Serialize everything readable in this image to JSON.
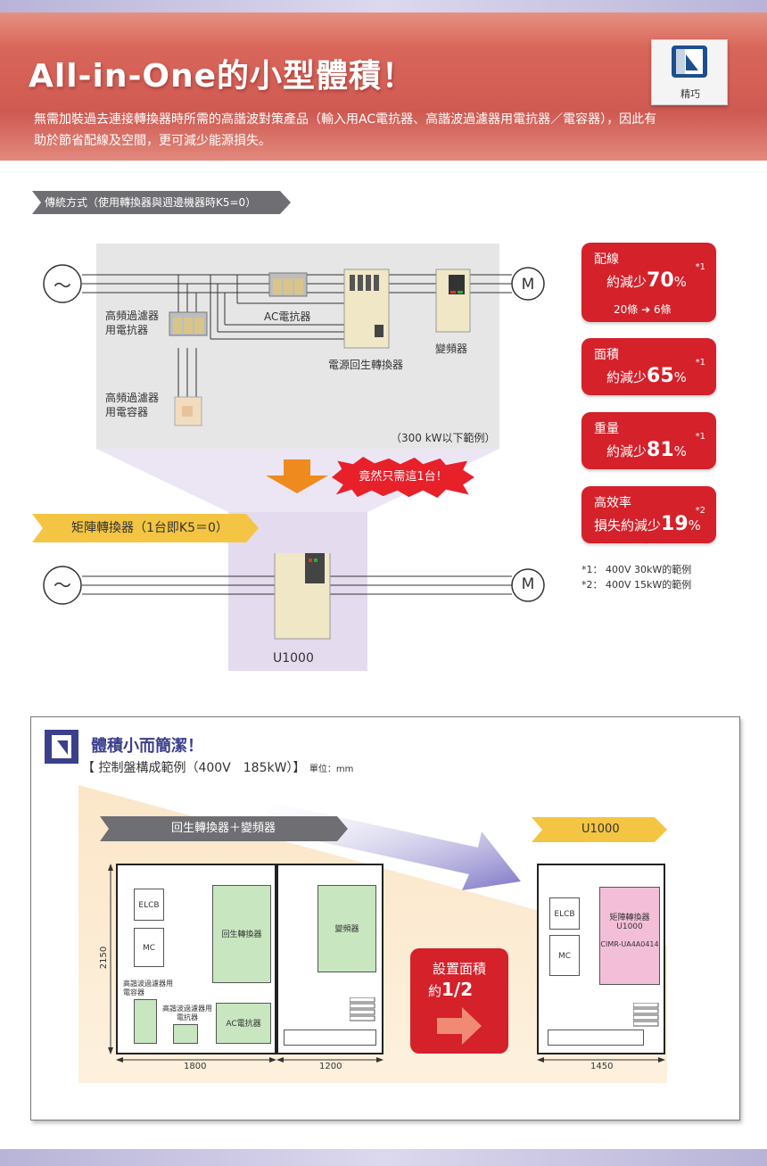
{
  "header": {
    "title": "All-in-One的小型體積！",
    "description": "無需加裝過去連接轉換器時所需的高諧波對策產品（輸入用AC電抗器、高諧波過濾器用電抗器／電容器），因此有助於節省配線及空間，更可減少能源損失。",
    "badge_label": "精巧",
    "badge_icon": "compact-icon"
  },
  "conventional": {
    "tag": "傳統方式（使用轉換器與週邊機器時K5=0）",
    "reactor_label": "高頻過濾器\n用電抗器",
    "capacitor_label": "高頻過濾器\n用電容器",
    "ac_reactor_label": "AC電抗器",
    "regen_label": "電源回生轉換器",
    "inverter_label": "變頻器",
    "range_note": "（300 kW以下範例）",
    "ac_symbol": "～",
    "motor_symbol": "M"
  },
  "burst_text": "竟然只需這1台！",
  "matrix": {
    "tag": "矩陣轉換器（1台即K5＝0）",
    "product": "U1000",
    "ac_symbol": "～",
    "motor_symbol": "M"
  },
  "benefits": [
    {
      "label": "配線",
      "prefix": "約減少",
      "value": "70",
      "unit": "%",
      "note": "*1",
      "extra_from": "20條",
      "extra_to": "6條"
    },
    {
      "label": "面積",
      "prefix": "約減少",
      "value": "65",
      "unit": "%",
      "note": "*1"
    },
    {
      "label": "重量",
      "prefix": "約減少",
      "value": "81",
      "unit": "%",
      "note": "*1"
    },
    {
      "label": "高效率",
      "prefix": "損失約減少",
      "value": "19",
      "unit": "%",
      "note": "*2"
    }
  ],
  "footnotes": [
    "*1： 400V 30kW的範例",
    "*2： 400V 15kW的範例"
  ],
  "panel": {
    "title": "體積小而簡潔！",
    "subtitle": "【 控制盤構成範例（400V　185kW）】",
    "unit": "單位：mm",
    "left_tag": "回生轉換器＋變頻器",
    "right_tag": "U1000",
    "left": {
      "elcb": "ELCB",
      "mc": "MC",
      "regen": "回生轉換器",
      "inverter": "變頻器",
      "cap_label": "高諧波過濾器用\n電容器",
      "reactor_label": "高諧波過濾器用\n電抗器",
      "ac_reactor": "AC電抗器",
      "height": "2150",
      "width_a": "1800",
      "width_b": "1200"
    },
    "area": {
      "line1": "設置面積",
      "line2_prefix": "約",
      "line2_value": "1/2"
    },
    "right": {
      "elcb": "ELCB",
      "mc": "MC",
      "matrix_line1": "矩陣轉換器",
      "matrix_line2": "U1000",
      "model": "CIMR-UA4A0414",
      "width": "1450"
    }
  }
}
